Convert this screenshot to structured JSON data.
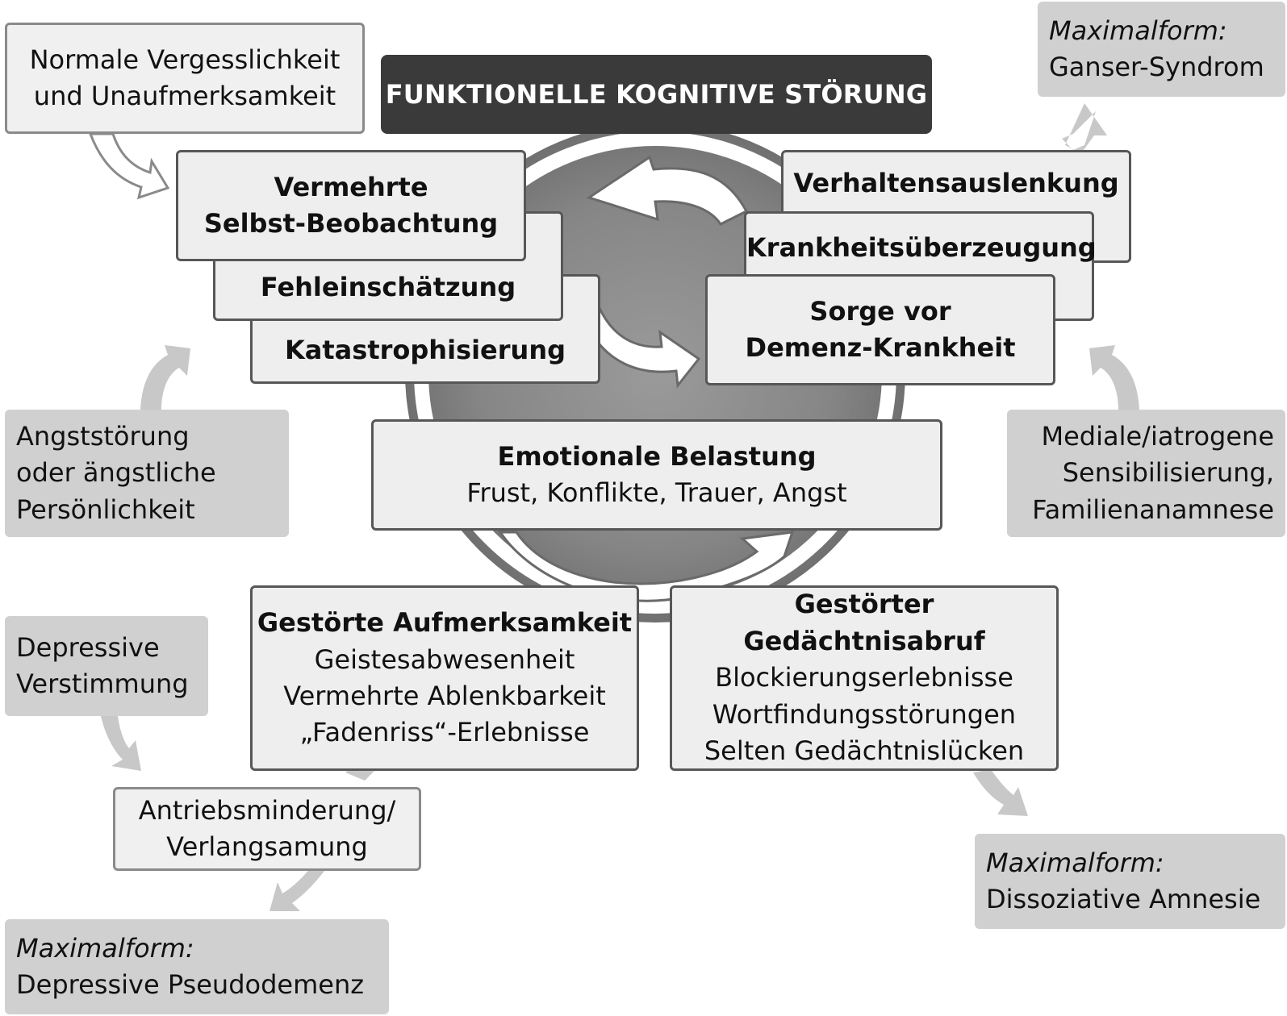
{
  "title": "FUNKTIONELLE KOGNITIVE STÖRUNG",
  "core": {
    "selbstbeobachtung": [
      "Vermehrte",
      "Selbst-Beobachtung"
    ],
    "fehleinschaetzung": "Fehleinschätzung",
    "katastrophisierung": "Katastrophisierung",
    "verhaltensauslenkung": "Verhaltensauslenkung",
    "krankheitsueberzeugung": "Krankheitsüberzeugung",
    "sorge": [
      "Sorge vor",
      "Demenz-Krankheit"
    ],
    "emotional": {
      "heading": "Emotionale Belastung",
      "lines": [
        "Frust, Konflikte, Trauer, Angst"
      ]
    },
    "aufmerksamkeit": {
      "heading": "Gestörte Aufmerksamkeit",
      "lines": [
        "Geistesabwesenheit",
        "Vermehrte Ablenkbarkeit",
        "„Fadenriss“-Erlebnisse"
      ]
    },
    "gedaechtnis": {
      "heading": "Gestörter Gedächtnisabruf",
      "lines": [
        "Blockierungserlebnisse",
        "Wortfindungsstörungen",
        "Selten Gedächtnislücken"
      ]
    }
  },
  "factors": {
    "vergesslichkeit": [
      "Normale Vergesslichkeit",
      "und Unaufmerksamkeit"
    ],
    "angst": [
      "Angststörung",
      "oder ängstliche",
      "Persönlichkeit"
    ],
    "depressiv": [
      "Depressive",
      "Verstimmung"
    ],
    "antrieb": [
      "Antriebsminderung/",
      "Verlangsamung"
    ],
    "medial": [
      "Mediale/iatrogene",
      "Sensibilisierung,",
      "Familienanamnese"
    ]
  },
  "maximal": {
    "label": "Maximalform:",
    "ganser": "Ganser-Syndrom",
    "pseudodemenz": "Depressive Pseudodemenz",
    "amnesie": "Dissoziative Amnesie"
  },
  "colors": {
    "title_bg": "#3a3a3a",
    "main_box_bg": "#eeeeee",
    "side_box_bg": "#d0d0d0",
    "circle": "#808080",
    "arrow": "#c8c8c8"
  }
}
